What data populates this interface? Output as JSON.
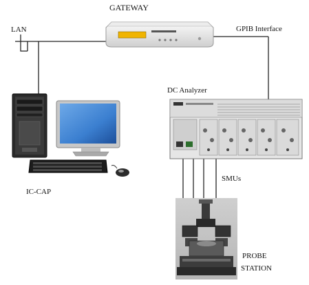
{
  "labels": {
    "gateway": "GATEWAY",
    "lan": "LAN",
    "gpib_interface": "GPIB Interface",
    "dc_analyzer": "DC Analyzer",
    "ic_cap": "IC-CAP",
    "smus": "SMUs",
    "probe_station_line1": "PROBE",
    "probe_station_line2": "STATION"
  },
  "colors": {
    "wire": "#222222",
    "gateway_display": "#f0b400",
    "monitor_screen": "#3b7fd0",
    "analyzer_body": "#e6e6e6",
    "tower_body": "#2a2a2a"
  },
  "icons": {
    "gateway": "network-gateway-device",
    "computer": "desktop-computer-with-monitor-keyboard-mouse",
    "analyzer": "dc-parameter-analyzer-instrument",
    "probe_station": "wafer-probe-station-photo"
  }
}
